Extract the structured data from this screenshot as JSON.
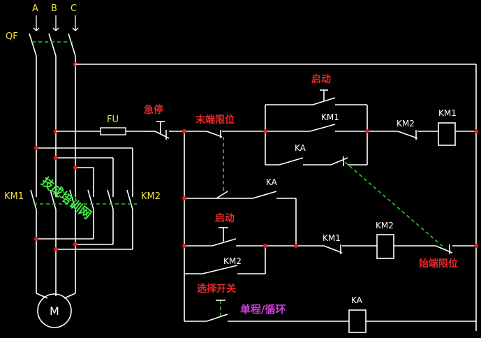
{
  "phases": {
    "a": "A",
    "b": "B",
    "c": "C"
  },
  "labels": {
    "qf": "QF",
    "fu": "FU",
    "estop": "急停",
    "end_limit": "末端限位",
    "start_top": "启动",
    "start_mid": "启动",
    "km1_hold": "KM1",
    "km1_coil": "KM1",
    "km2_interlock": "KM2",
    "ka_hold": "KA",
    "ka_mid": "KA",
    "km1_interlock": "KM1",
    "km2_coil": "KM2",
    "begin_limit": "始端限位",
    "km2_hold": "KM2",
    "select_switch": "选择开关",
    "mode": "单程/循环",
    "ka_coil": "KA",
    "km1_main": "KM1",
    "km2_main": "KM2",
    "motor": "M",
    "watermark": "技成培训网"
  },
  "colors": {
    "wire": "#ffffff",
    "junction": "#e02020",
    "mechanical_link": "#22cc22",
    "label_yellow": "#f2e33a",
    "label_red": "#e82828",
    "label_magenta": "#d040d8"
  }
}
